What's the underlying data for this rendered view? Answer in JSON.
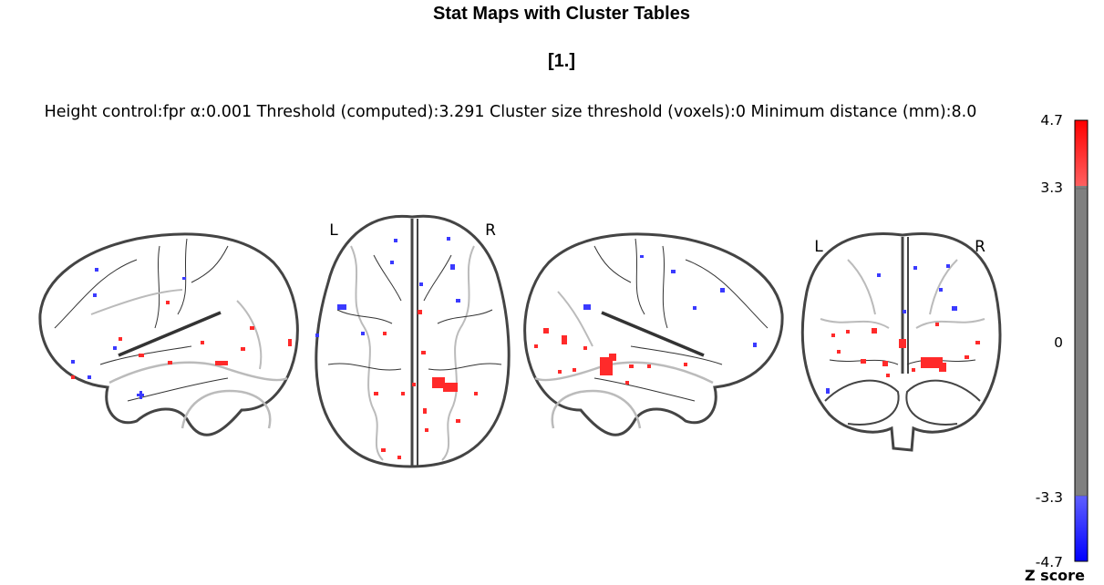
{
  "figure": {
    "title": "Stat Maps with Cluster Tables",
    "contrast": "[1.]",
    "parameters": "Height control:fpr  α:0.001  Threshold (computed):3.291  Cluster size threshold (voxels):0  Minimum distance (mm):8.0"
  },
  "glass_brain": {
    "views": [
      "sagittal-left",
      "axial",
      "sagittal-right",
      "coronal"
    ],
    "orientation_labels": {
      "axial_left": "L",
      "axial_right": "R",
      "coronal_left": "L",
      "coronal_right": "R"
    }
  },
  "colorbar": {
    "title": "Z score",
    "ticks": [
      "4.7",
      "3.3",
      "0",
      "-3.3",
      "-4.7"
    ],
    "vmin": -4.7,
    "vmax": 4.7,
    "threshold": 3.291,
    "colors": {
      "positive": "#ff2a2a",
      "negative": "#3a3aff",
      "subthreshold": "#808080"
    }
  }
}
